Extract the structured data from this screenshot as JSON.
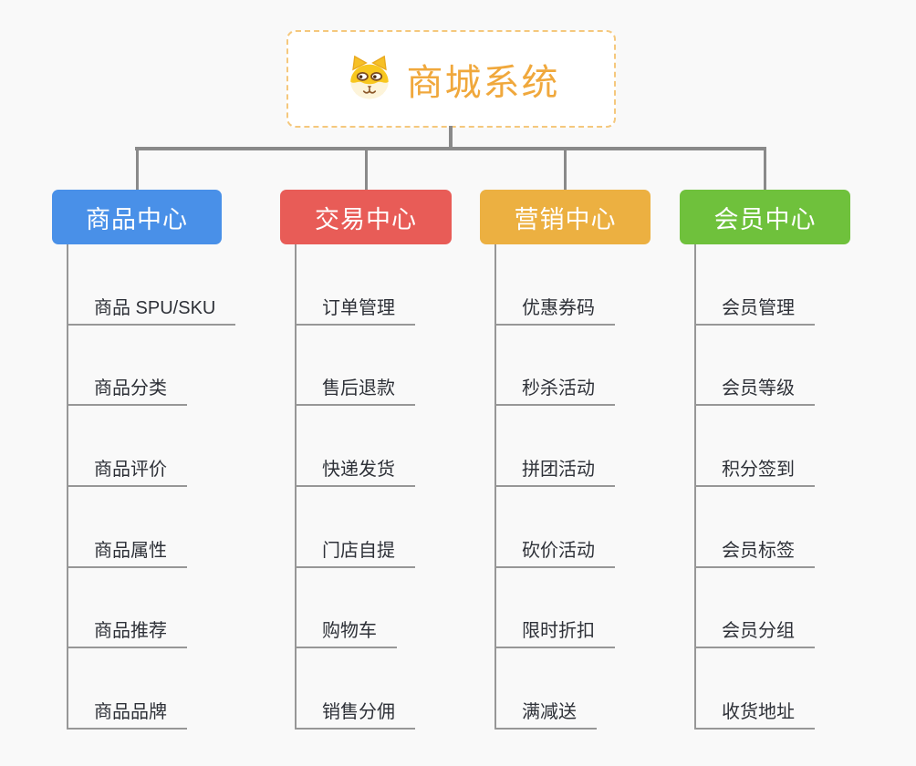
{
  "root": {
    "title": "商城系统",
    "icon": "dog-face-icon",
    "title_color": "#f0a83c",
    "border_color": "#f5c87d"
  },
  "branches": [
    {
      "label": "商品中心",
      "color": "#4990e8",
      "children": [
        "商品 SPU/SKU",
        "商品分类",
        "商品评价",
        "商品属性",
        "商品推荐",
        "商品品牌"
      ]
    },
    {
      "label": "交易中心",
      "color": "#e85c57",
      "children": [
        "订单管理",
        "售后退款",
        "快递发货",
        "门店自提",
        "购物车",
        "销售分佣"
      ]
    },
    {
      "label": "营销中心",
      "color": "#ecb041",
      "children": [
        "优惠券码",
        "秒杀活动",
        "拼团活动",
        "砍价活动",
        "限时折扣",
        "满减送"
      ]
    },
    {
      "label": "会员中心",
      "color": "#6fc13c",
      "children": [
        "会员管理",
        "会员等级",
        "积分签到",
        "会员标签",
        "会员分组",
        "收货地址"
      ]
    }
  ],
  "colors": {
    "background": "#f9f9f9",
    "connector_line": "#8a8a8a",
    "leaf_line": "#979797",
    "leaf_text": "#2e3138"
  }
}
